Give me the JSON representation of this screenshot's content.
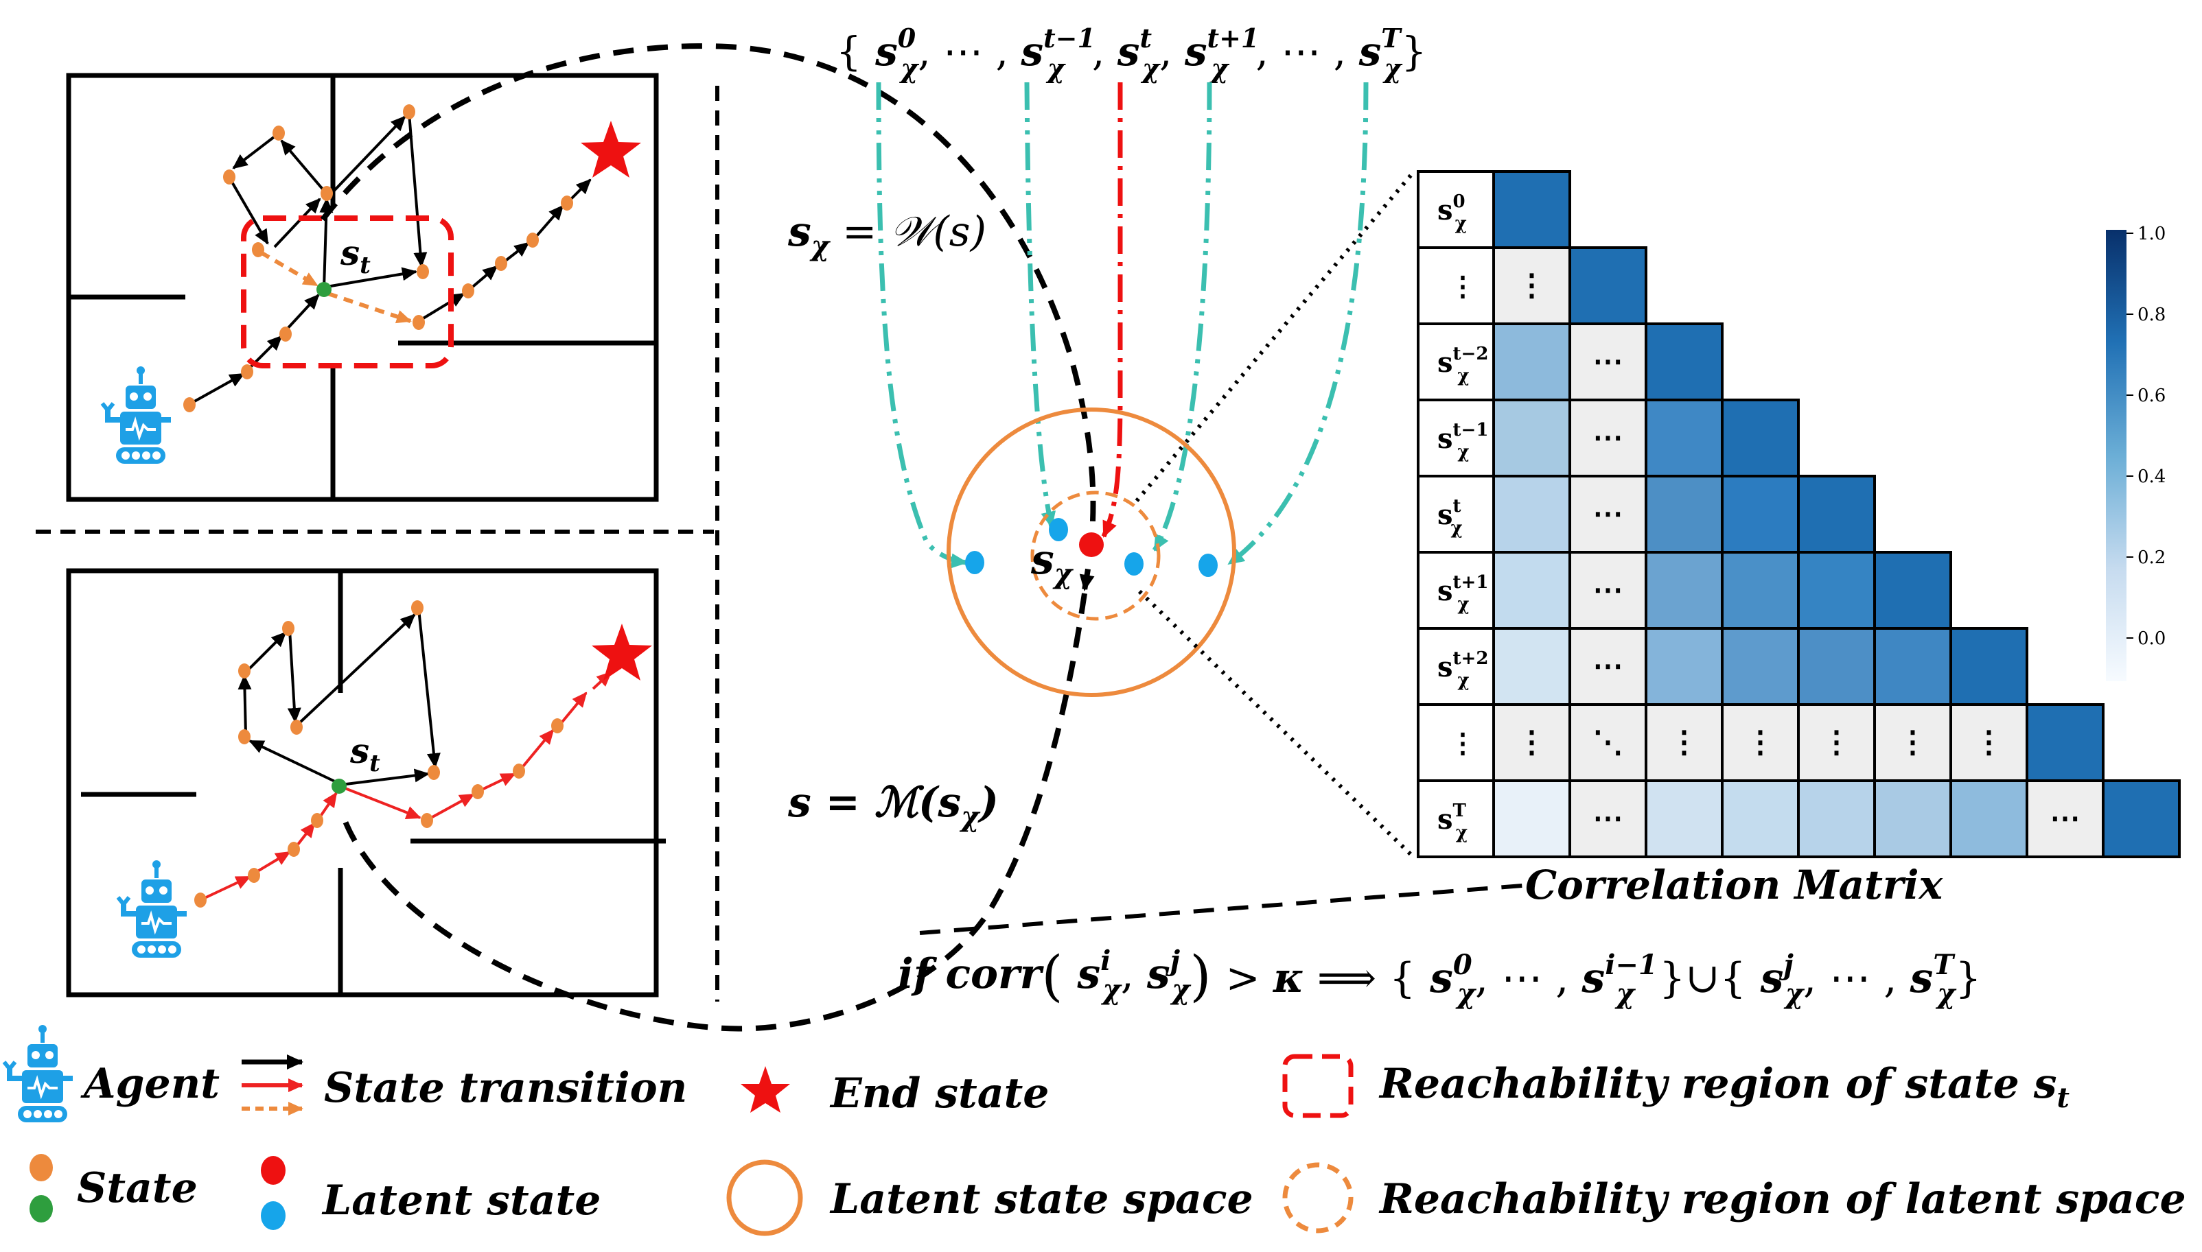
{
  "colors": {
    "state": "#ed8a3d",
    "start_green": "#2e9e3e",
    "latent_red": "#ee1111",
    "latent_blue": "#16a5ea",
    "teal": "#3bbfb0",
    "transition_red": "#ee2222",
    "end_star": "#ee1111",
    "heat_high": "#1f6fb2",
    "heat_mid": "#5a9bcc",
    "heat_low": "#c9dff0",
    "cell_gray": "#eeeeee"
  },
  "labels": {
    "top_state": "s_t",
    "bottom_state": "s_t",
    "encoder_lhs": "s",
    "encoder_sub": "χ",
    "encoder_rhs": " = 𝒲(s)",
    "decoder_lhs": "s = ℳ(s",
    "decoder_sub": "χ",
    "decoder_close": ")",
    "center_latent": "s",
    "center_sub": "χ",
    "sequence": [
      "s⁰χ",
      "⋯",
      "sᵗ⁻¹χ",
      "sᵗχ",
      "sᵗ⁺¹χ",
      "⋯",
      "sᵀχ"
    ],
    "matrix_title": "Correlation Matrix",
    "condition": "if corr(sⁱχ, sʲχ) > κ ⟹ {s⁰χ, ⋯, sⁱ⁻¹χ}∪{sʲχ, ⋯, sᵀχ}"
  },
  "matrix_rows": [
    {
      "base": "s",
      "sup": "0",
      "sub": "χ"
    },
    {
      "base": "⋮",
      "sup": "",
      "sub": ""
    },
    {
      "base": "s",
      "sup": "t−2",
      "sub": "χ"
    },
    {
      "base": "s",
      "sup": "t−1",
      "sub": "χ"
    },
    {
      "base": "s",
      "sup": "t",
      "sub": "χ"
    },
    {
      "base": "s",
      "sup": "t+1",
      "sub": "χ"
    },
    {
      "base": "s",
      "sup": "t+2",
      "sub": "χ"
    },
    {
      "base": "⋮",
      "sup": "",
      "sub": ""
    },
    {
      "base": "s",
      "sup": "T",
      "sub": "χ"
    }
  ],
  "colorbar_ticks": [
    "1.0",
    "0.8",
    "0.6",
    "0.4",
    "0.2",
    "0.0"
  ],
  "legend": {
    "agent": "Agent",
    "state_transition": "State transition",
    "end_state": "End state",
    "reach_state_prefix": "Reachability region of state ",
    "reach_state_var": "s",
    "reach_state_sub": "t",
    "state": "State",
    "latent_state": "Latent state",
    "latent_space": "Latent state space",
    "reach_latent": "Reachability region of latent space"
  }
}
